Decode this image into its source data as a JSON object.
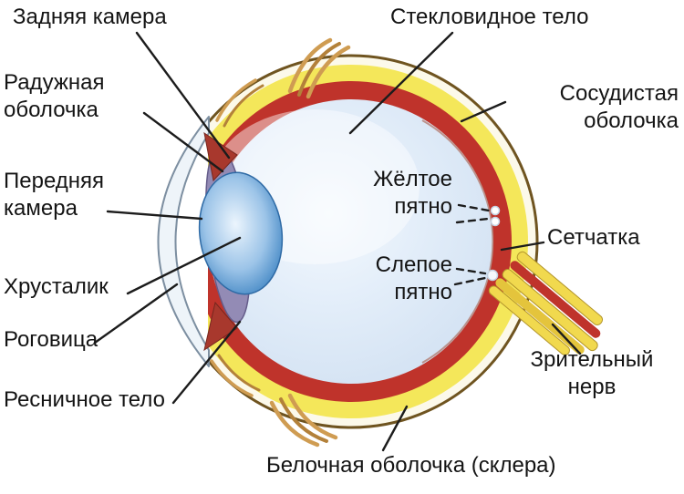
{
  "diagram": {
    "labels": {
      "posterior_chamber": "Задняя камера",
      "vitreous_body": "Стекловидное тело",
      "iris": "Радужная оболочка",
      "choroid": "Сосудистая оболочка",
      "anterior_chamber": "Передняя камера",
      "macula": "Жёлтое пятно",
      "retina": "Сетчатка",
      "lens": "Хрусталик",
      "blind_spot": "Слепое пятно",
      "cornea": "Роговица",
      "optic_nerve": "Зрительный нерв",
      "ciliary_body": "Ресничное тело",
      "sclera": "Белочная оболочка (склера)"
    },
    "colors": {
      "background": "#ffffff",
      "sclera_outer": "#fcf9ea",
      "sclera_yellow": "#f4e75a",
      "choroid_red": "#bf332b",
      "vitreous_blue": "#d9e6f4",
      "lens_blue": "#4a8cc7",
      "iris_purple": "#938bb5",
      "optic_nerve_yellow": "#f1d94e",
      "outline_brown": "#6f5420",
      "muscle_tan": "#cf9c52",
      "label_text": "#141414",
      "pointer_line": "#1c1c1c"
    }
  }
}
